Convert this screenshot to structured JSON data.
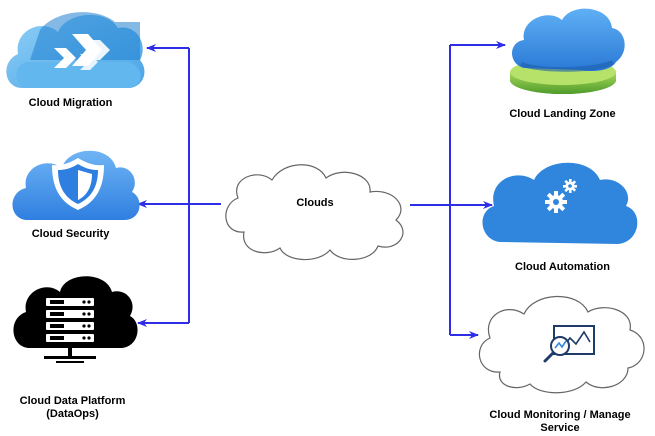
{
  "center": {
    "label": "Clouds"
  },
  "left_nodes": [
    {
      "label": "Cloud Migration",
      "icon": "migration-cloud-icon"
    },
    {
      "label": "Cloud Security",
      "icon": "security-cloud-icon"
    },
    {
      "label_line1": "Cloud Data Platform",
      "label_line2": "(DataOps)",
      "icon": "server-cloud-icon"
    }
  ],
  "right_nodes": [
    {
      "label": "Cloud Landing Zone",
      "icon": "landing-zone-cloud-icon"
    },
    {
      "label": "Cloud Automation",
      "icon": "gears-cloud-icon"
    },
    {
      "label_line1": "Cloud Monitoring / Manage",
      "label_line2": "Service",
      "icon": "monitoring-chart-icon"
    }
  ],
  "colors": {
    "arrow": "#2e2ee6",
    "cloud_blue": "#3f8fe0",
    "cloud_outline": "#5a5a5a",
    "platform_green": "#7cc242"
  }
}
